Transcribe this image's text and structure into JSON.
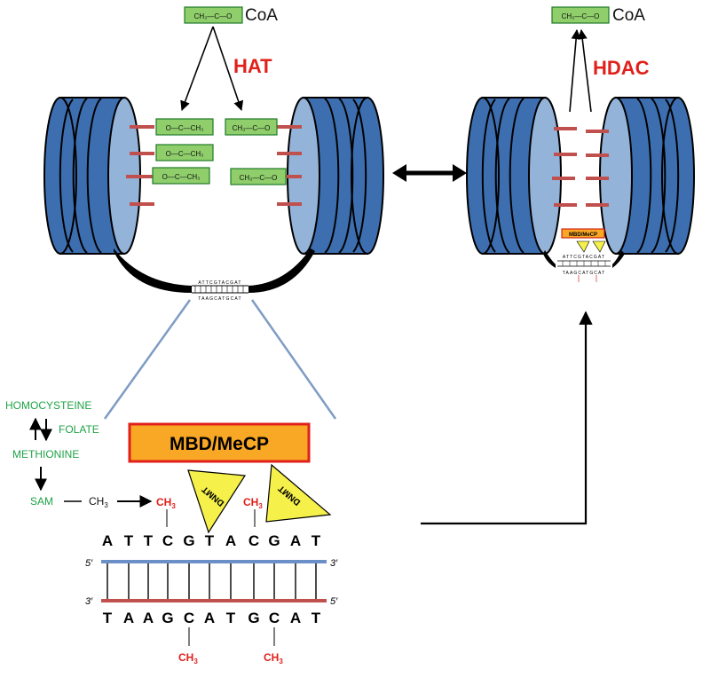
{
  "colors": {
    "histone_dark": "#3d6fb0",
    "histone_face": "#94b3d9",
    "acetyl_box": "#8fce6b",
    "tail_red": "#c0504d",
    "enzyme_red": "#e0201b",
    "pathway_green": "#1fa347",
    "mbd_box": "#f9a825",
    "dnmt_triangle": "#f5f04a"
  },
  "icons": [
    "nucleosome-icon",
    "acetyl-group-icon",
    "dnmt-triangle-icon",
    "double-arrow-icon"
  ],
  "hat": {
    "label": "HAT",
    "coa_group": "CH₃—C—O",
    "coa_label": "CoA",
    "left_acetyl": [
      "O—C—CH₃",
      "O—C—CH₃",
      "O—C—CH₃"
    ],
    "right_acetyl": [
      "CH₃—C—O",
      "CH₃—C—O"
    ]
  },
  "hdac": {
    "label": "HDAC",
    "coa_group": "CH₃—C—O",
    "coa_label": "CoA"
  },
  "linker": {
    "top_seq": "ATTCGTACGAT",
    "bottom_seq": "TAAGCATGCAT"
  },
  "mini_complex": {
    "mbd_label": "MBD/MeCP",
    "top_seq": "ATTCGTACGAT",
    "bottom_seq": "TAAGCATGCAT"
  },
  "pathway": {
    "homocysteine": "HOMOCYSTEINE",
    "folate": "FOLATE",
    "methionine": "METHIONINE",
    "sam": "SAM",
    "ch3_prefix": "CH",
    "ch3_sub": "3"
  },
  "zoom": {
    "mbd_label": "MBD/MeCP",
    "dnmt_label": "DNMT",
    "methyl_prefix": "CH",
    "methyl_sub": "3",
    "top_bases": [
      "A",
      "T",
      "T",
      "C",
      "G",
      "T",
      "A",
      "C",
      "G",
      "A",
      "T"
    ],
    "bottom_bases": [
      "T",
      "A",
      "A",
      "G",
      "C",
      "A",
      "T",
      "G",
      "C",
      "A",
      "T"
    ],
    "five_prime": "5′",
    "three_prime": "3′"
  }
}
